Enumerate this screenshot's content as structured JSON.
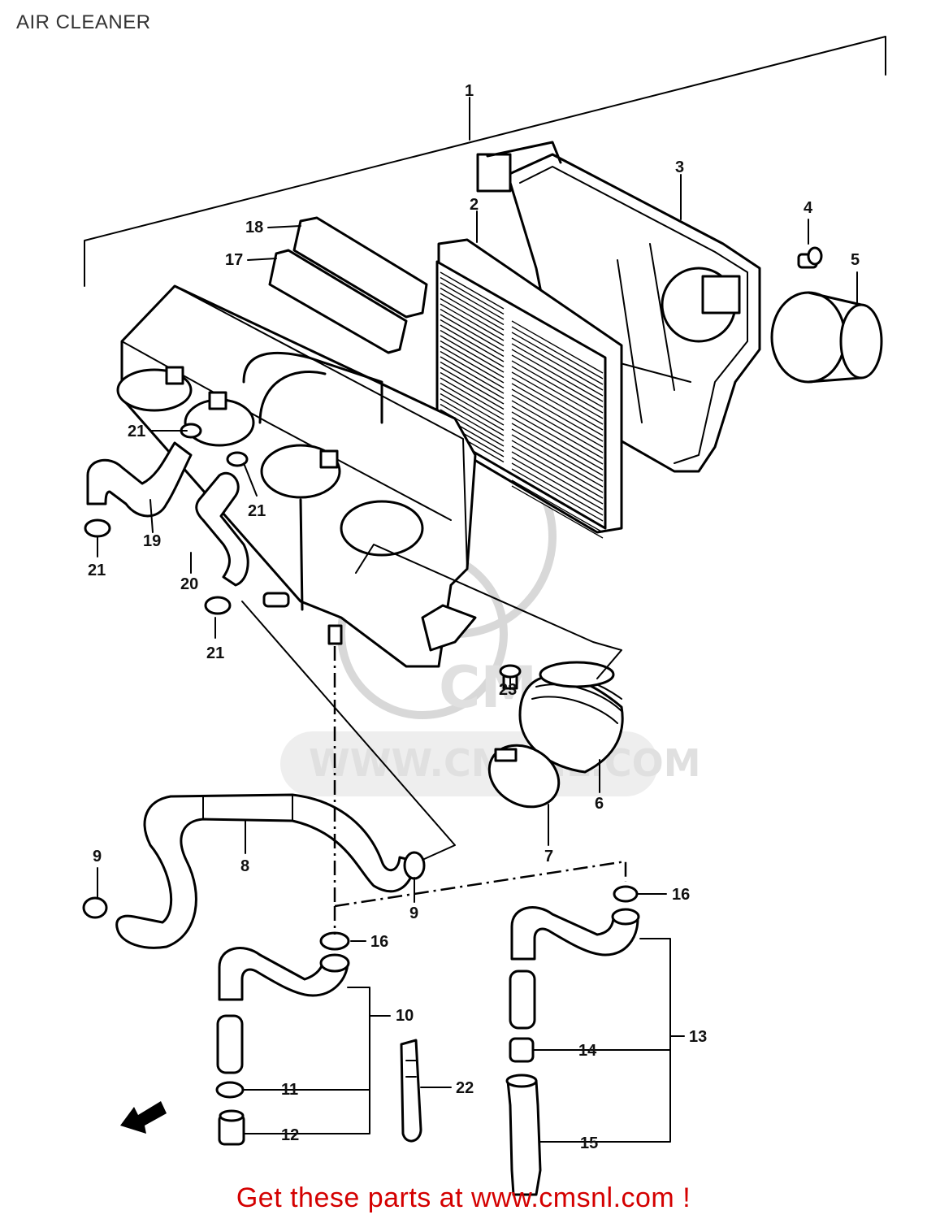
{
  "page": {
    "title": "AIR CLEANER",
    "footer": "Get these parts at www.cmsnl.com !",
    "watermark": "WWW.CMSNL.COM",
    "watermark_logo": "CMS"
  },
  "colors": {
    "title": "#333333",
    "footer": "#d40000",
    "lines": "#000000",
    "watermark": "#d8d8d8",
    "background": "#ffffff"
  },
  "callouts": [
    "1",
    "2",
    "3",
    "4",
    "5",
    "6",
    "7",
    "8",
    "9",
    "9",
    "10",
    "11",
    "12",
    "13",
    "14",
    "15",
    "16",
    "16",
    "17",
    "18",
    "19",
    "20",
    "21",
    "21",
    "21",
    "21",
    "22",
    "23"
  ]
}
